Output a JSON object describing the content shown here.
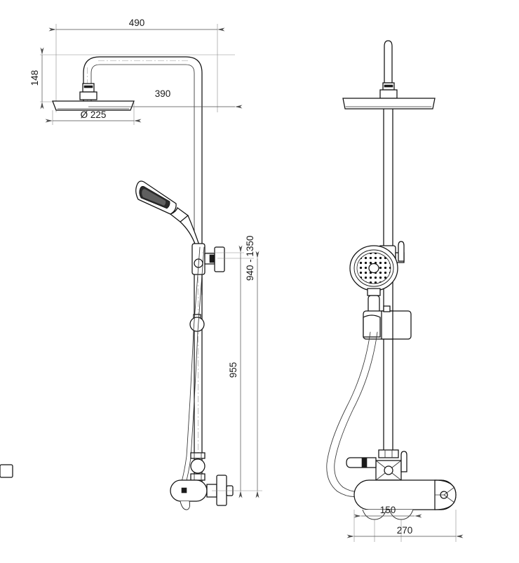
{
  "drawing": {
    "type": "technical-dimension-drawing",
    "subject": "thermostatic shower column with overhead rain head and handheld shower",
    "background_color": "#ffffff",
    "line_color": "#111111",
    "dimension_color": "#4d4d4d",
    "views": [
      {
        "id": "side-view",
        "label": "",
        "position": "left"
      },
      {
        "id": "front-view",
        "label": "",
        "position": "right"
      }
    ]
  },
  "dimensions": {
    "overall_reach": "490",
    "head_height": "148",
    "arm_reach": "390",
    "head_diameter": "Ø 225",
    "handset_range": "940 - 1350",
    "riser_height": "955",
    "inlet_centres": "150",
    "valve_width": "270"
  },
  "components": {
    "overhead_shower": "overhead-rain-shower-head",
    "shower_arm": "gooseneck-shower-arm",
    "riser_rail": "riser-rail",
    "handset": "handheld-shower-handset",
    "handset_bracket": "handset-bracket",
    "slider_clip": "hose-retaining-clip",
    "diverter": "diverter-valve",
    "mixer_valve": "thermostatic-mixer-valve",
    "temperature_handle": "temperature-control-handle",
    "flow_handle": "flow-control-handle",
    "hose": "flexible-shower-hose"
  }
}
